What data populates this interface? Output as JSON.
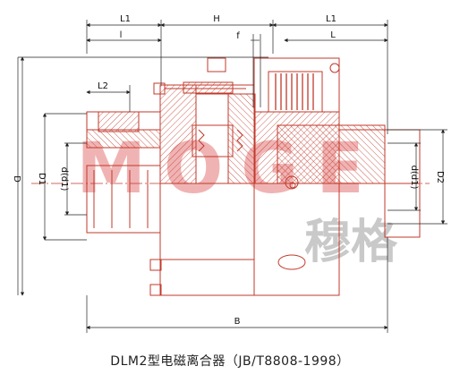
{
  "dimensions": {
    "L1_left": "L1",
    "L_left": "l",
    "H": "H",
    "L1_right": "L1",
    "L_right": "L",
    "f": "f",
    "L2": "L2",
    "D": "D",
    "D1": "D1",
    "d1": "d(d1)",
    "d2": "d(d1)",
    "D2": "D2",
    "B": "B"
  },
  "watermark": {
    "latin": "MOGE",
    "chinese": "穆格",
    "color": "#f0b3b3",
    "cn_color": "#c9c9c9"
  },
  "caption": "DLM2型电磁离合器（JB/T8808-1998）",
  "colors": {
    "line": "#c0392b",
    "dim": "#222222"
  }
}
